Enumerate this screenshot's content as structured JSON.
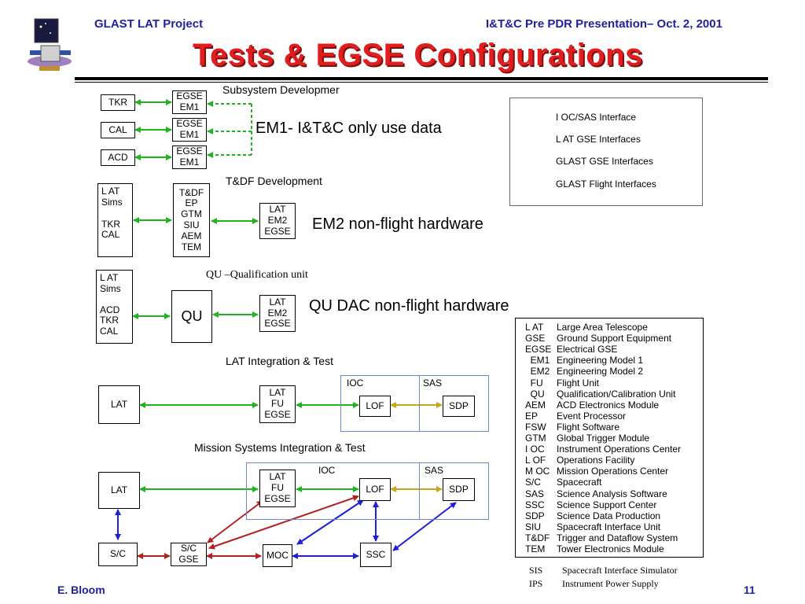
{
  "header": {
    "project": "GLAST LAT Project",
    "presentation": "I&T&C Pre PDR Presentation– Oct. 2, 2001",
    "title": "Tests & EGSE Configurations"
  },
  "footer": {
    "author": "E. Bloom",
    "page": "11"
  },
  "colors": {
    "title_red": "#e21d1d",
    "header_blue": "#1f1f9f",
    "ioc_sas": "#c8a81a",
    "lat_gse": "#1fb41f",
    "glast_gse": "#b41f1f",
    "glast_flight": "#1f1fd6"
  },
  "legend": {
    "items": [
      {
        "label": "I OC/SAS Interface",
        "color": "#c8a81a"
      },
      {
        "label": "L AT GSE Interfaces",
        "color": "#1fb41f"
      },
      {
        "label": "GLAST GSE Interfaces",
        "color": "#b41f1f"
      },
      {
        "label": "GLAST Flight Interfaces",
        "color": "#1f1fd6"
      }
    ]
  },
  "sections": {
    "subsystem": {
      "title": "Subsystem Developmer",
      "note": "EM1- I&T&C only use data",
      "units": [
        "TKR",
        "CAL",
        "ACD"
      ],
      "egse": [
        "EGSE",
        "EM1"
      ]
    },
    "tdf": {
      "title": "T&DF  Development",
      "note": "EM2 non-flight hardware",
      "lat_sims": [
        "L AT",
        "Sims",
        "",
        "TKR",
        "CAL"
      ],
      "tdf_box": [
        "T&DF",
        "EP",
        "GTM",
        "SIU",
        "AEM",
        "TEM"
      ],
      "egse": [
        "LAT",
        "EM2",
        "EGSE"
      ]
    },
    "qu": {
      "caption": "QU –Qualification unit",
      "note": "QU DAC non-flight hardware",
      "lat_sims": [
        "L AT",
        "Sims",
        "",
        "ACD",
        "TKR",
        "CAL"
      ],
      "qu_label": "QU",
      "egse": [
        "LAT",
        "EM2",
        "EGSE"
      ]
    },
    "lit": {
      "title": "LAT Integration & Test",
      "lat": "LAT",
      "egse": [
        "LAT",
        "FU",
        "EGSE"
      ],
      "ioc": "IOC",
      "sas": "SAS",
      "lof": "LOF",
      "sdp": "SDP"
    },
    "msit": {
      "title": "Mission Systems Integration & Test",
      "lat": "LAT",
      "egse": [
        "LAT",
        "FU",
        "EGSE"
      ],
      "ioc": "IOC",
      "sas": "SAS",
      "lof": "LOF",
      "sdp": "SDP",
      "sc": "S/C",
      "scgse": [
        "S/C",
        "GSE"
      ],
      "moc": "MOC",
      "ssc": "SSC"
    }
  },
  "glossary": [
    {
      "abbr": "L AT",
      "def": "Large Area Telescope"
    },
    {
      "abbr": "GSE",
      "def": "Ground Support Equipment"
    },
    {
      "abbr": "EGSE",
      "def": "Electrical GSE"
    },
    {
      "abbr": "  EM1",
      "def": "Engineering Model 1"
    },
    {
      "abbr": "  EM2",
      "def": "Engineering Model 2"
    },
    {
      "abbr": "  FU",
      "def": "Flight Unit"
    },
    {
      "abbr": "  QU",
      "def": "Qualification/Calibration Unit"
    },
    {
      "abbr": "AEM",
      "def": "ACD Electronics Module"
    },
    {
      "abbr": "EP",
      "def": "Event Processor"
    },
    {
      "abbr": "FSW",
      "def": "Flight Software"
    },
    {
      "abbr": "GTM",
      "def": "Global Trigger Module"
    },
    {
      "abbr": "I OC",
      "def": "Instrument Operations Center"
    },
    {
      "abbr": "L OF",
      "def": "Operations Facility"
    },
    {
      "abbr": "M OC",
      "def": "Mission Operations Center"
    },
    {
      "abbr": "S/C",
      "def": "Spacecraft"
    },
    {
      "abbr": "SAS",
      "def": "Science Analysis Software"
    },
    {
      "abbr": "SSC",
      "def": "Science Support Center"
    },
    {
      "abbr": "SDP",
      "def": "Science Data Production"
    },
    {
      "abbr": "SIU",
      "def": "Spacecraft Interface Unit"
    },
    {
      "abbr": "T&DF",
      "def": "Trigger and Dataflow System"
    },
    {
      "abbr": "TEM",
      "def": "Tower Electronics Module"
    }
  ],
  "extra_glossary": [
    {
      "abbr": "SIS",
      "def": "Spacecraft Interface Simulator"
    },
    {
      "abbr": "IPS",
      "def": "Instrument Power Supply"
    }
  ]
}
